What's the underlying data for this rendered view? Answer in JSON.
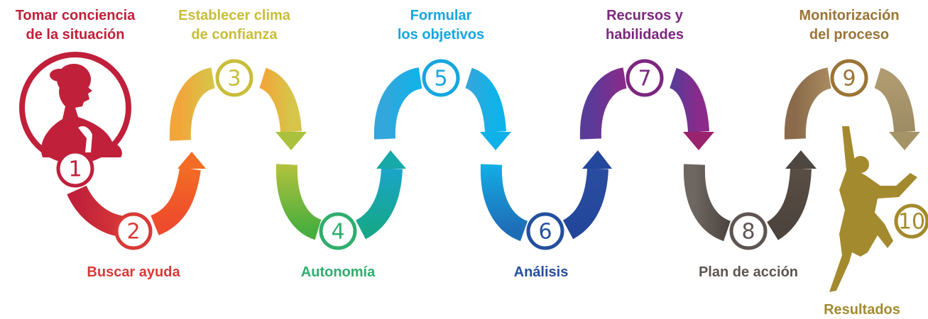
{
  "steps": [
    {
      "number": "1",
      "label_lines": [
        "Tomar conciencia",
        "de la situación"
      ],
      "color": "#c0203a"
    },
    {
      "number": "2",
      "label_lines": [
        "Buscar ayuda"
      ],
      "color": "#d83a37"
    },
    {
      "number": "3",
      "label_lines": [
        "Establecer clima",
        "de confianza"
      ],
      "color": "#c9bd3a"
    },
    {
      "number": "4",
      "label_lines": [
        "Autonomía"
      ],
      "color": "#2fae6e"
    },
    {
      "number": "5",
      "label_lines": [
        "Formular",
        "los objetivos"
      ],
      "color": "#16a6e0"
    },
    {
      "number": "6",
      "label_lines": [
        "Análisis"
      ],
      "color": "#23509c"
    },
    {
      "number": "7",
      "label_lines": [
        "Recursos y",
        "habilidades"
      ],
      "color": "#7d2680"
    },
    {
      "number": "8",
      "label_lines": [
        "Plan de acción"
      ],
      "color": "#5e5552"
    },
    {
      "number": "9",
      "label_lines": [
        "Monitorización",
        "del proceso"
      ],
      "color": "#9b7436"
    },
    {
      "number": "10",
      "label_lines": [
        "Resultados"
      ],
      "color": "#a48a2e"
    }
  ],
  "icons": {
    "start": "woman-thinking-icon",
    "end": "jumping-person-icon"
  }
}
